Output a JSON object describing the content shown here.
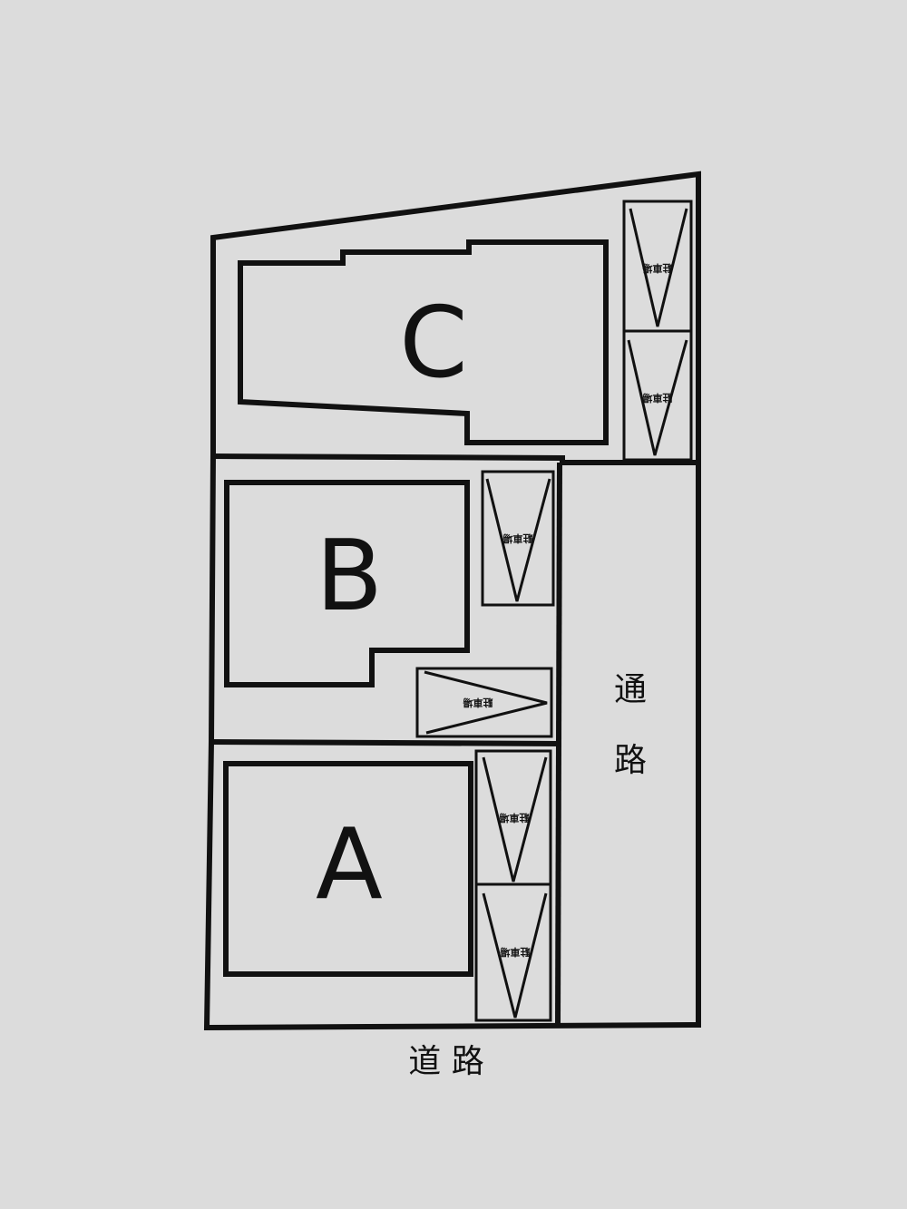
{
  "lots": [
    {
      "label": "C"
    },
    {
      "label": "B"
    },
    {
      "label": "A"
    }
  ],
  "parking_label": "駐車場",
  "inner_path_label": [
    "通",
    "路"
  ],
  "road_label": "道 路",
  "colors": {
    "paper": "#dcdcdc",
    "ink": "#111111"
  }
}
